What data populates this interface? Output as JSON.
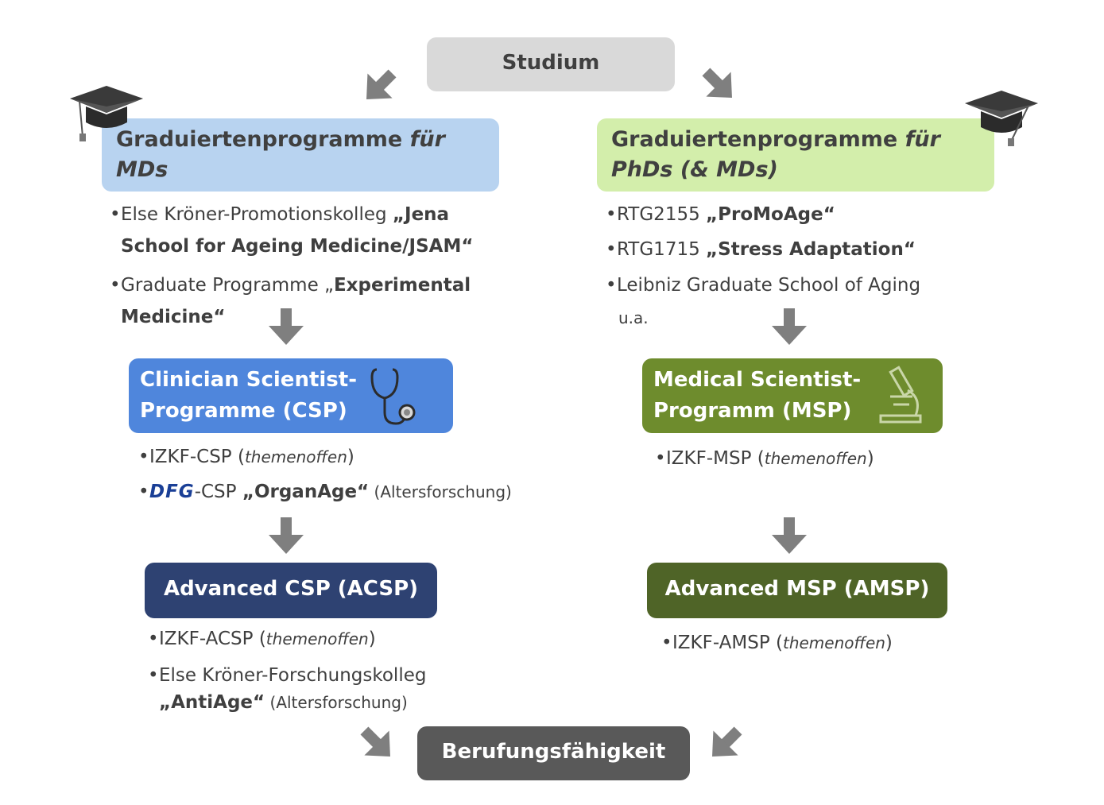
{
  "top": {
    "label": "Studium"
  },
  "bottom": {
    "label": "Berufungsfähigkeit"
  },
  "left": {
    "grad": {
      "title_a": "Graduiertenprogramme ",
      "title_b": "für",
      "title_c": "MDs"
    },
    "grad_items": [
      {
        "pre": "Else Kröner-Promotionskolleg ",
        "bold1": "„Jena",
        "bold2": "School for Ageing Medicine/JSAM“"
      },
      {
        "pre": "Graduate Programme „",
        "bold1": "Experimental",
        "bold2": "Medicine“"
      }
    ],
    "csp": {
      "line1": "Clinician Scientist-",
      "line2": "Programme (CSP)"
    },
    "csp_items": [
      {
        "pre": "IZKF-CSP (",
        "ital": "themenoffen",
        "post": ")"
      },
      {
        "logo": "DFG",
        "pre": "-CSP ",
        "bold": "„OrganAge“",
        "post": " (Altersforschung)"
      }
    ],
    "acsp": {
      "label": "Advanced CSP (ACSP)"
    },
    "acsp_items": [
      {
        "pre": "IZKF-ACSP (",
        "ital": "themenoffen",
        "post": ")"
      },
      {
        "pre": "Else Kröner-Forschungskolleg",
        "bold": "„AntiAge“",
        "post": " (Altersforschung)"
      }
    ]
  },
  "right": {
    "grad": {
      "title_a": "Graduiertenprogramme ",
      "title_b": "für",
      "title_c": "PhDs (& MDs)"
    },
    "grad_items": [
      {
        "pre": "RTG2155 ",
        "bold": "„ProMoAge“"
      },
      {
        "pre": "RTG1715 ",
        "bold": "„Stress Adaptation“"
      },
      {
        "pre": "Leibniz Graduate School of Aging"
      }
    ],
    "ua": "u.a.",
    "msp": {
      "line1": "Medical Scientist-",
      "line2": "Programm (MSP)"
    },
    "msp_items": [
      {
        "pre": "IZKF-MSP (",
        "ital": "themenoffen",
        "post": ")"
      }
    ],
    "amsp": {
      "label": "Advanced MSP (AMSP)"
    },
    "amsp_items": [
      {
        "pre": "IZKF-AMSP (",
        "ital": "themenoffen",
        "post": ")"
      }
    ]
  },
  "icons": {
    "cap": "graduation-cap-icon",
    "stethoscope": "stethoscope-icon",
    "microscope": "microscope-icon"
  },
  "colors": {
    "grey_box": "#d9d9d9",
    "dark_box": "#595959",
    "blue_light": "#b8d3f0",
    "green_light": "#d3eeab",
    "blue": "#4f86dc",
    "navy": "#2e4272",
    "green": "#6e8c2d",
    "olive": "#4f6427",
    "arrow": "#7f7f7f"
  }
}
